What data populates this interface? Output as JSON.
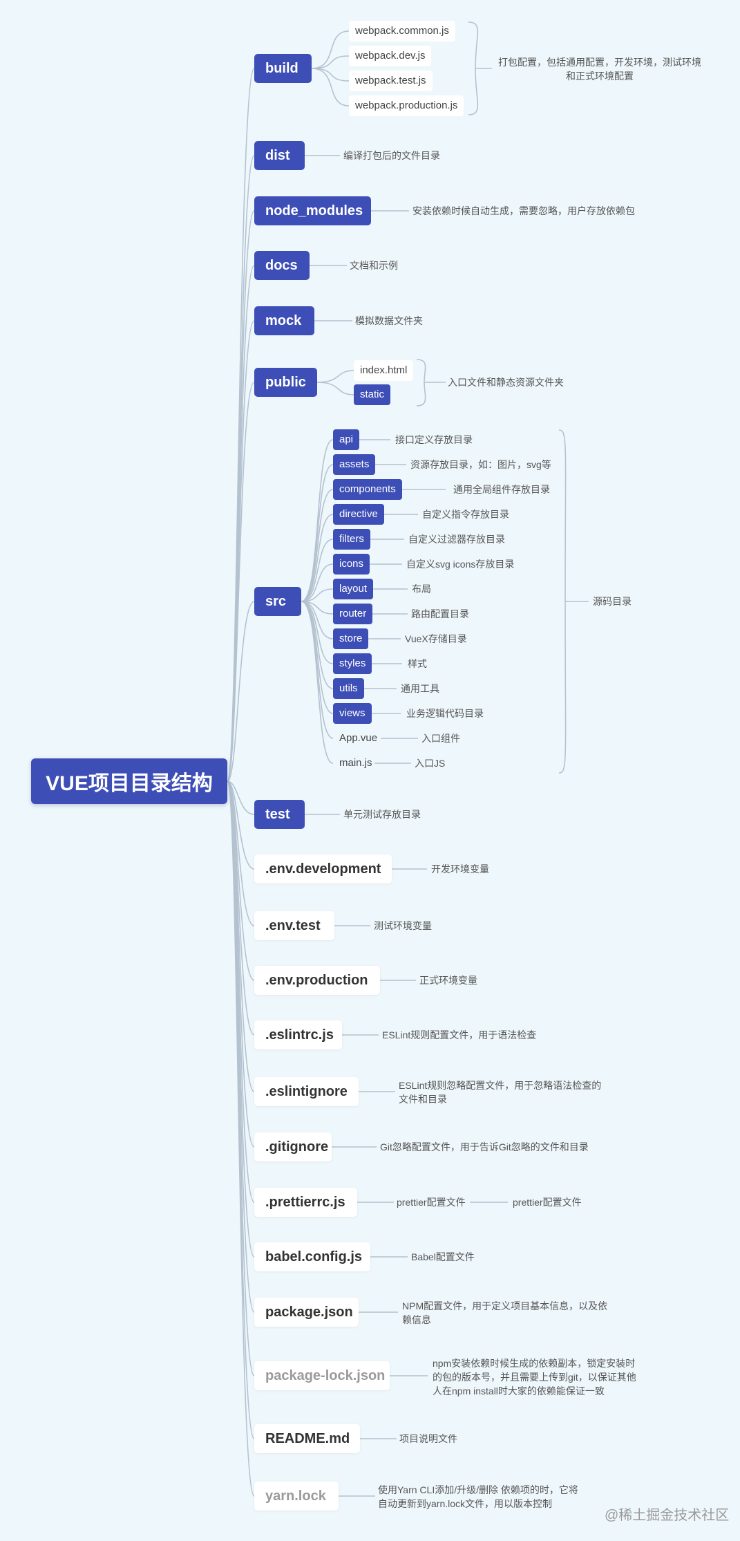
{
  "root": "VUE项目目录结构",
  "build": {
    "label": "build",
    "children": [
      "webpack.common.js",
      "webpack.dev.js",
      "webpack.test.js",
      "webpack.production.js"
    ],
    "note_lines": [
      "打包配置，包括通用配置，开发环境，测试环境",
      "和正式环境配置"
    ]
  },
  "dist": {
    "label": "dist",
    "note": "编译打包后的文件目录"
  },
  "node_modules": {
    "label": "node_modules",
    "note": "安装依赖时候自动生成，需要忽略，用户存放依赖包"
  },
  "docs": {
    "label": "docs",
    "note": "文档和示例"
  },
  "mock": {
    "label": "mock",
    "note": "模拟数据文件夹"
  },
  "public": {
    "label": "public",
    "children": [
      "index.html",
      "static"
    ],
    "note": "入口文件和静态资源文件夹"
  },
  "src": {
    "label": "src",
    "note": "源码目录",
    "children": [
      {
        "label": "api",
        "note": "接口定义存放目录"
      },
      {
        "label": "assets",
        "note": "资源存放目录，如：图片，svg等"
      },
      {
        "label": "components",
        "note": "通用全局组件存放目录"
      },
      {
        "label": "directive",
        "note": "自定义指令存放目录"
      },
      {
        "label": "filters",
        "note": "自定义过滤器存放目录"
      },
      {
        "label": "icons",
        "note": "自定义svg icons存放目录"
      },
      {
        "label": "layout",
        "note": "布局"
      },
      {
        "label": "router",
        "note": "路由配置目录"
      },
      {
        "label": "store",
        "note": "VueX存储目录"
      },
      {
        "label": "styles",
        "note": "样式"
      },
      {
        "label": "utils",
        "note": "通用工具"
      },
      {
        "label": "views",
        "note": "业务逻辑代码目录"
      },
      {
        "label": "App.vue",
        "note": "入口组件"
      },
      {
        "label": "main.js",
        "note": "入口JS"
      }
    ]
  },
  "test": {
    "label": "test",
    "note": "单元测试存放目录"
  },
  "env_development": {
    "label": ".env.development",
    "note": "开发环境变量"
  },
  "env_test": {
    "label": ".env.test",
    "note": "测试环境变量"
  },
  "env_production": {
    "label": ".env.production",
    "note": "正式环境变量"
  },
  "eslintrc": {
    "label": ".eslintrc.js",
    "note": "ESLint规则配置文件，用于语法检查"
  },
  "eslintignore": {
    "label": ".eslintignore",
    "note_lines": [
      "ESLint规则忽略配置文件，用于忽略语法检查的",
      "文件和目录"
    ]
  },
  "gitignore": {
    "label": ".gitignore",
    "note": "Git忽略配置文件，用于告诉Git忽略的文件和目录"
  },
  "prettierrc": {
    "label": ".prettierrc.js",
    "note": "prettier配置文件",
    "note2": "prettier配置文件"
  },
  "babel": {
    "label": "babel.config.js",
    "note": "Babel配置文件"
  },
  "package": {
    "label": "package.json",
    "note_lines": [
      "NPM配置文件，用于定义项目基本信息，以及依",
      "赖信息"
    ]
  },
  "package_lock": {
    "label": "package-lock.json",
    "note_lines": [
      "npm安装依赖时候生成的依赖副本，锁定安装时",
      "的包的版本号，并且需要上传到git，以保证其他",
      "人在npm install时大家的依赖能保证一致"
    ]
  },
  "readme": {
    "label": "README.md",
    "note": "项目说明文件"
  },
  "yarn": {
    "label": "yarn.lock",
    "note_lines": [
      "使用Yarn CLI添加/升级/删除 依赖项的时，它将",
      "自动更新到yarn.lock文件，用以版本控制"
    ]
  },
  "watermark": "@稀土掘金技术社区",
  "colors": {
    "node_blue": "#3d4fb6",
    "line": "#b4c2d0",
    "background": "#eef7fb"
  }
}
